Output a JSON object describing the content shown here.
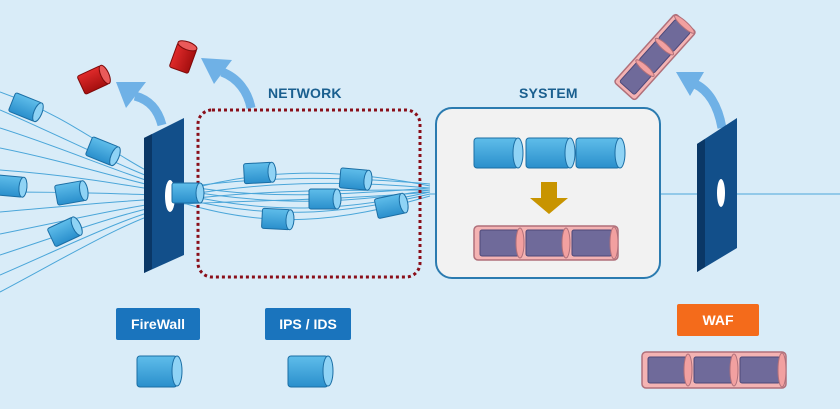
{
  "labels": {
    "network": "NETWORK",
    "system": "SYSTEM"
  },
  "tags": {
    "firewall": "FireWall",
    "ips_ids": "IPS / IDS",
    "waf": "WAF"
  },
  "colors": {
    "background": "#d9ecf8",
    "packet": "#3aa3dc",
    "blocked_packet": "#c41a1a",
    "malicious_packet": "#6f6a9a",
    "malicious_outline": "#f2a0a0",
    "wall": "#124f8a",
    "arrow": "#6fb1e6",
    "tag_blue": "#1a74bd",
    "tag_orange": "#f46b1b",
    "assemble_arrow": "#c89400"
  }
}
